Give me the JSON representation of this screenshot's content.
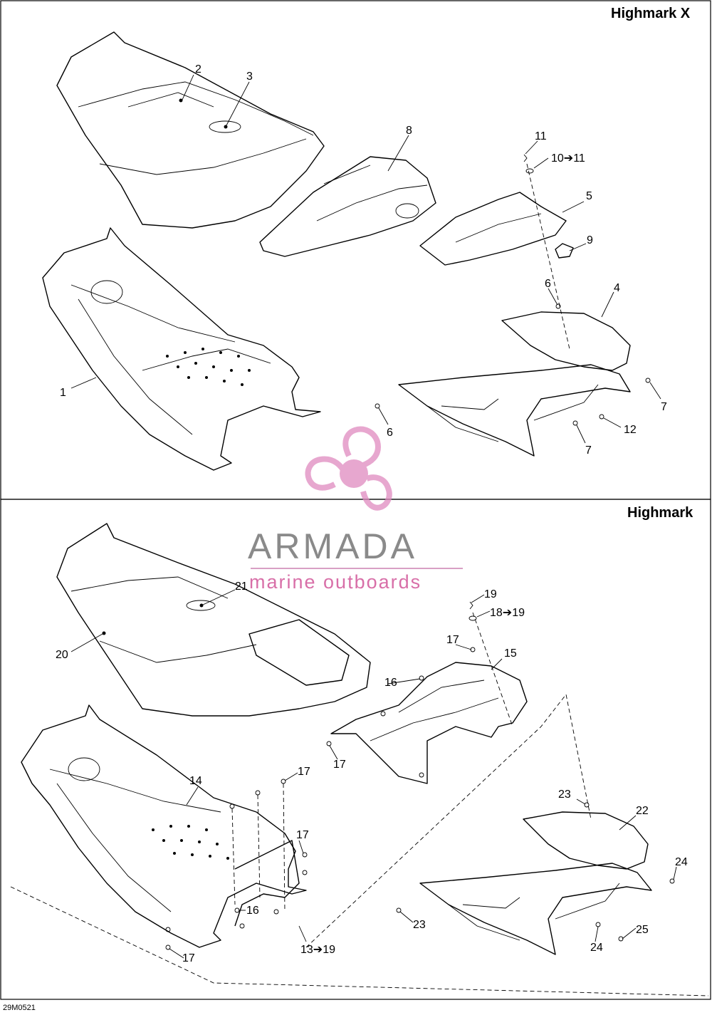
{
  "panels": {
    "top": {
      "title": "Highmark X"
    },
    "bottom": {
      "title": "Highmark"
    }
  },
  "callouts_top": [
    "1",
    "2",
    "3",
    "4",
    "5",
    "6",
    "6",
    "7",
    "7",
    "8",
    "9",
    "10➔11",
    "11",
    "12"
  ],
  "callouts_bottom": [
    "13➔19",
    "14",
    "15",
    "16",
    "16",
    "17",
    "17",
    "17",
    "17",
    "17",
    "18➔19",
    "19",
    "20",
    "21",
    "22",
    "23",
    "23",
    "24",
    "24",
    "25"
  ],
  "watermark": {
    "brand": "ARMADA",
    "tagline": "marine outboards",
    "brand_color": "#8a8a8a",
    "accent_color": "#d86fa8",
    "logo": "propeller-logo-icon"
  },
  "drawing_code": "29M0521"
}
